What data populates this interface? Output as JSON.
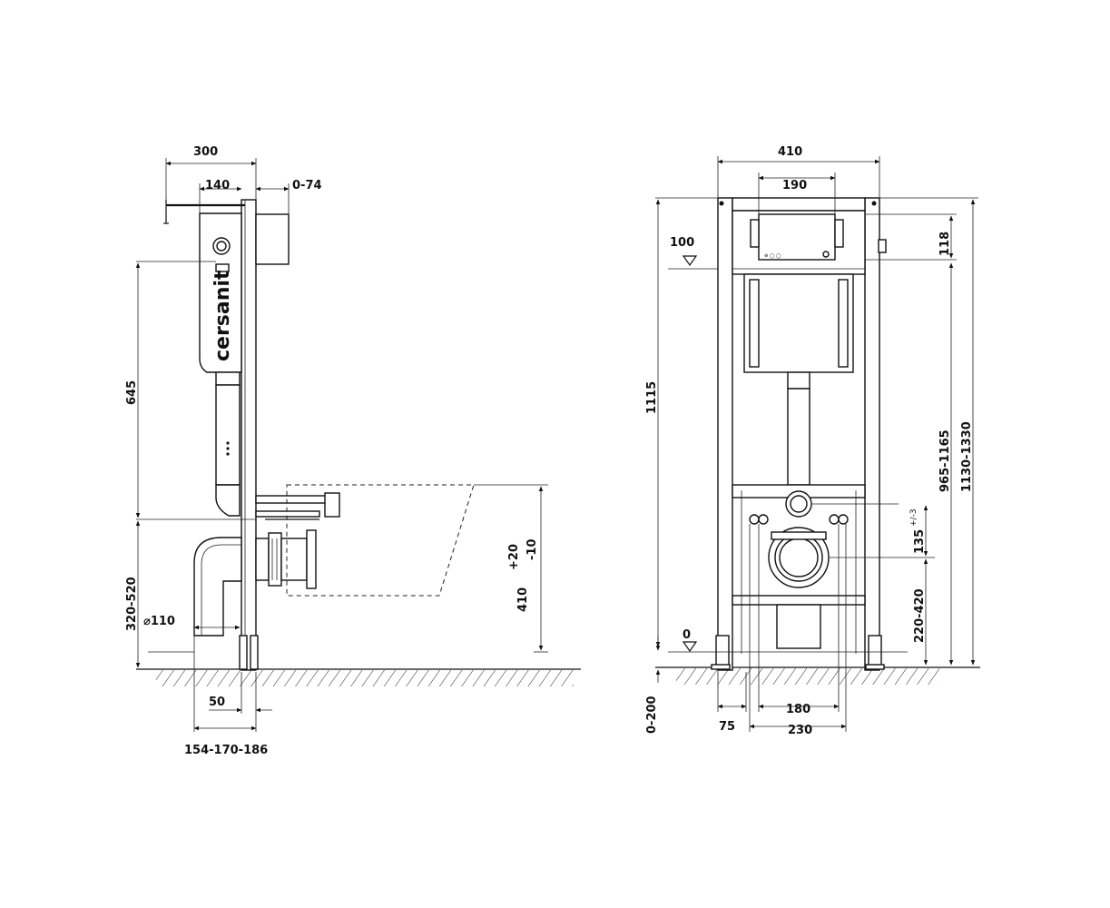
{
  "brand": "cersanit",
  "side_view": {
    "dims": {
      "total_depth": "300",
      "frame_depth": "140",
      "wall_offset": "0-74",
      "height_645": "645",
      "drain_height": "320-520",
      "drain_diameter": "⌀110",
      "floor_offset": "50",
      "drain_distance": "154-170-186",
      "bowl_tolerance_plus": "+20",
      "bowl_tolerance_minus": "-10",
      "bowl_height": "410"
    }
  },
  "front_view": {
    "dims": {
      "frame_width": "410",
      "button_width": "190",
      "level_100": "100",
      "button_height": "118",
      "total_height": "1115",
      "range_965_1165": "965-1165",
      "range_1130_1330": "1130-1330",
      "outlet_height": "135",
      "outlet_tolerance": "+/-3",
      "range_220_420": "220-420",
      "level_0": "0",
      "leg_range": "0-200",
      "leg_offset": "75",
      "bolt_spacing": "180",
      "outer_spacing": "230"
    }
  },
  "icons": {
    "level_marker": "triangle-down-icon",
    "hatch": "floor-hatch"
  }
}
